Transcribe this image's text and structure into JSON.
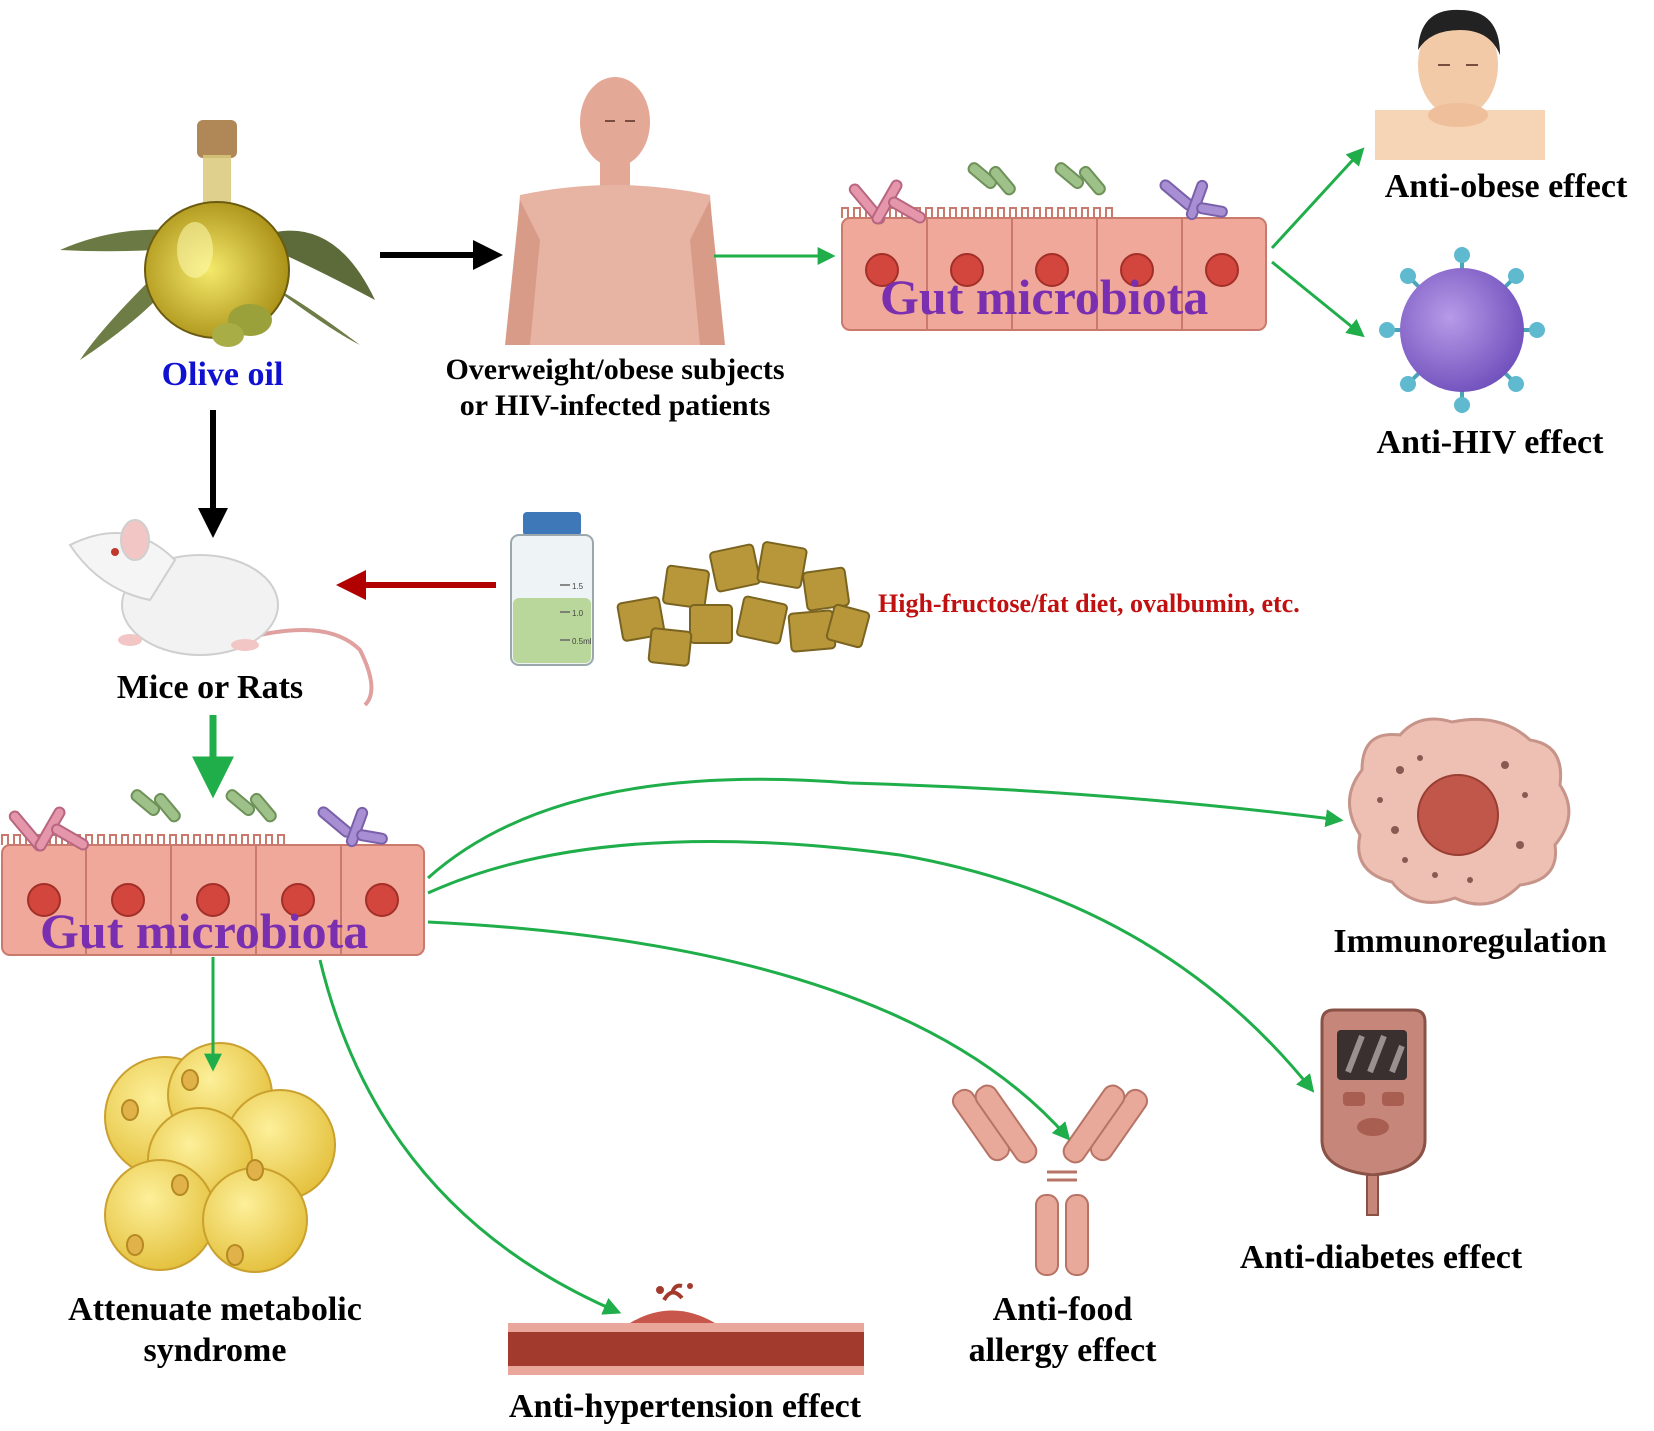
{
  "labels": {
    "olive_oil": "Olive oil",
    "subjects_line1": "Overweight/obese subjects",
    "subjects_line2": "or HIV-infected patients",
    "gut_top": "Gut microbiota",
    "anti_obese": "Anti-obese effect",
    "anti_hiv": "Anti-HIV effect",
    "diet": "High-fructose/fat diet, ovalbumin, etc.",
    "mice": "Mice or Rats",
    "gut_bottom": "Gut microbiota",
    "immuno": "Immunoregulation",
    "anti_diabetes": "Anti-diabetes effect",
    "metabolic_line1": "Attenuate metabolic",
    "metabolic_line2": "syndrome",
    "hypertension": "Anti-hypertension effect",
    "food_line1": "Anti-food",
    "food_line2": "allergy effect",
    "bottle_marks": [
      "1.5",
      "1.0",
      "0.5ml"
    ]
  },
  "colors": {
    "label_blue": "#1010d0",
    "label_red": "#c01010",
    "gut_purple": "#7a2fb0",
    "arrow_black": "#000000",
    "arrow_green": "#1fae4a",
    "arrow_red": "#b00000"
  },
  "icons": [
    "olive-oil-bottle-icon",
    "human-body-icon",
    "gut-epithelium-icon",
    "obese-person-icon",
    "hiv-virus-icon",
    "rat-icon",
    "liquid-bottle-icon",
    "food-pellets-icon",
    "immune-cell-icon",
    "fat-cells-icon",
    "blood-vessel-icon",
    "antibody-icon",
    "glucose-meter-icon"
  ]
}
